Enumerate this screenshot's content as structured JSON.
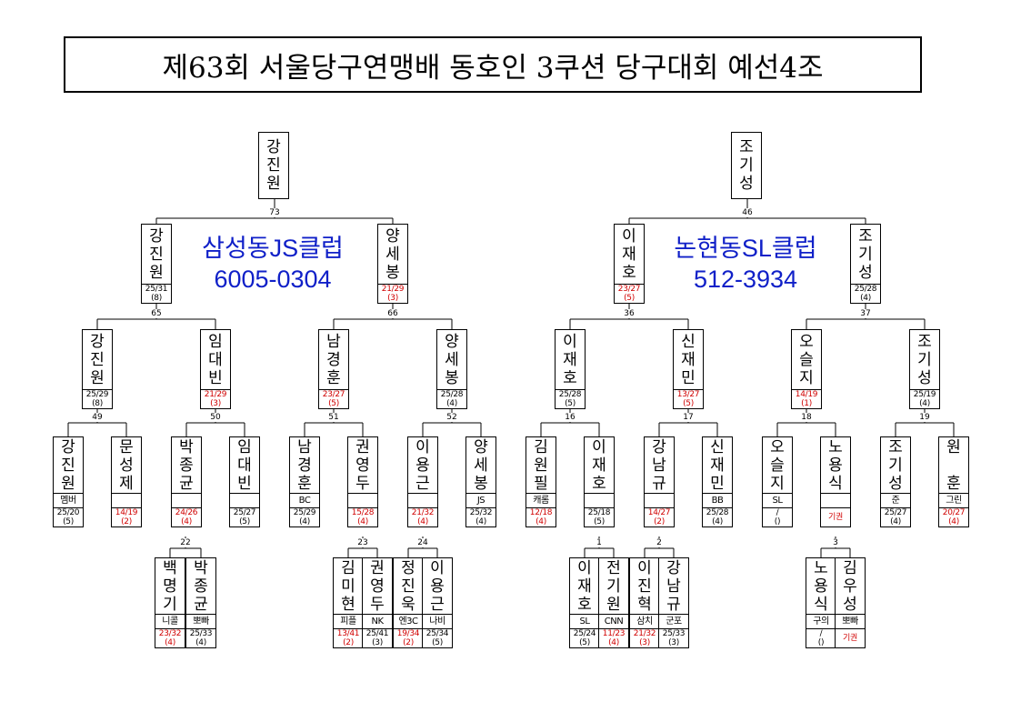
{
  "title": "제63회 서울당구연맹배 동호인 3쿠션 당구대회 예선4조",
  "clubs": [
    {
      "name": "삼성동JS클럽",
      "phone": "6005-0304"
    },
    {
      "name": "논현동SL클럽",
      "phone": "512-3934"
    }
  ],
  "final_winners": [
    {
      "name": "강진원",
      "match": "73"
    },
    {
      "name": "조기성",
      "match": "46"
    }
  ],
  "players": {
    "p_gjw1": {
      "name": "강진원",
      "club": "멤버",
      "score": "25/20",
      "inn": "(5)",
      "red": false
    },
    "p_msj": {
      "name": "문성제",
      "club": "",
      "score": "14/19",
      "inn": "(2)",
      "red": true
    },
    "p_pjg1": {
      "name": "박종균",
      "club": "",
      "score": "24/26",
      "inn": "(4)",
      "red": true
    },
    "p_ldb1": {
      "name": "임대빈",
      "club": "",
      "score": "25/27",
      "inn": "(5)",
      "red": false
    },
    "p_ngh1": {
      "name": "남경훈",
      "club": "BC",
      "score": "25/29",
      "inn": "(4)",
      "red": false
    },
    "p_gyd1": {
      "name": "권영두",
      "club": "",
      "score": "15/28",
      "inn": "(4)",
      "red": true
    },
    "p_lyg1": {
      "name": "이용근",
      "club": "",
      "score": "21/32",
      "inn": "(4)",
      "red": true
    },
    "p_ysb1": {
      "name": "양세봉",
      "club": "JS",
      "score": "25/32",
      "inn": "(4)",
      "red": false
    },
    "p_gwp": {
      "name": "김원필",
      "club": "캐롬",
      "score": "12/18",
      "inn": "(4)",
      "red": true
    },
    "p_ljh1": {
      "name": "이재호",
      "club": "",
      "score": "25/18",
      "inn": "(5)",
      "red": false
    },
    "p_gng1": {
      "name": "강남규",
      "club": "",
      "score": "14/27",
      "inn": "(2)",
      "red": true
    },
    "p_sjm1": {
      "name": "신재민",
      "club": "BB",
      "score": "25/28",
      "inn": "(4)",
      "red": false
    },
    "p_osj1": {
      "name": "오슬지",
      "club": "SL",
      "score": "/",
      "inn": "()",
      "red": false
    },
    "p_nys1": {
      "name": "노용식",
      "club": "",
      "score": "기권",
      "inn": "",
      "red": true
    },
    "p_jgs1": {
      "name": "조기성",
      "club": "준",
      "score": "25/27",
      "inn": "(4)",
      "red": false
    },
    "p_wh": {
      "name": "원 훈",
      "club": "그린",
      "score": "20/27",
      "inn": "(4)",
      "red": true
    },
    "p_bmg": {
      "name": "백명기",
      "club": "니콜",
      "score": "23/32",
      "inn": "(4)",
      "red": true
    },
    "p_pjg2": {
      "name": "박종균",
      "club": "뽀빠",
      "score": "25/33",
      "inn": "(4)",
      "red": false
    },
    "p_gmh": {
      "name": "김미현",
      "club": "피플",
      "score": "13/41",
      "inn": "(2)",
      "red": true
    },
    "p_gyd2": {
      "name": "권영두",
      "club": "NK",
      "score": "25/41",
      "inn": "(3)",
      "red": false
    },
    "p_jjo": {
      "name": "정진욱",
      "club": "엔3C",
      "score": "19/34",
      "inn": "(2)",
      "red": true
    },
    "p_lyg2": {
      "name": "이용근",
      "club": "나비",
      "score": "25/34",
      "inn": "(5)",
      "red": false
    },
    "p_ljh2": {
      "name": "이재호",
      "club": "SL",
      "score": "25/24",
      "inn": "(5)",
      "red": false
    },
    "p_jgw": {
      "name": "전기원",
      "club": "CNN",
      "score": "11/23",
      "inn": "(4)",
      "red": true
    },
    "p_ljhk": {
      "name": "이진혁",
      "club": "삼치",
      "score": "21/32",
      "inn": "(3)",
      "red": true
    },
    "p_gng2": {
      "name": "강남규",
      "club": "군포",
      "score": "25/33",
      "inn": "(3)",
      "red": false
    },
    "p_nys2": {
      "name": "노용식",
      "club": "구의",
      "score": "/",
      "inn": "()",
      "red": false
    },
    "p_gws": {
      "name": "김우성",
      "club": "뽀빠",
      "score": "기권",
      "inn": "",
      "red": true
    },
    "r2_gjw": {
      "name": "강진원",
      "score": "25/29",
      "inn": "(8)",
      "red": false
    },
    "r2_ldb": {
      "name": "임대빈",
      "score": "21/29",
      "inn": "(3)",
      "red": true
    },
    "r2_ngh": {
      "name": "남경훈",
      "score": "23/27",
      "inn": "(5)",
      "red": true
    },
    "r2_ysb": {
      "name": "양세봉",
      "score": "25/28",
      "inn": "(4)",
      "red": false
    },
    "r2_ljh": {
      "name": "이재호",
      "score": "25/28",
      "inn": "(5)",
      "red": false
    },
    "r2_sjm": {
      "name": "신재민",
      "score": "13/27",
      "inn": "(5)",
      "red": true
    },
    "r2_osj": {
      "name": "오슬지",
      "score": "14/19",
      "inn": "(1)",
      "red": true
    },
    "r2_jgs": {
      "name": "조기성",
      "score": "25/19",
      "inn": "(4)",
      "red": false
    },
    "r3_gjw": {
      "name": "강진원",
      "score": "25/31",
      "inn": "(8)",
      "red": false
    },
    "r3_ysb": {
      "name": "양세봉",
      "score": "21/29",
      "inn": "(3)",
      "red": true
    },
    "r3_ljh": {
      "name": "이재호",
      "score": "23/27",
      "inn": "(5)",
      "red": true
    },
    "r3_jgs": {
      "name": "조기성",
      "score": "25/28",
      "inn": "(4)",
      "red": false
    }
  },
  "match_numbers": {
    "m73": "73",
    "m46": "46",
    "m65": "65",
    "m66": "66",
    "m36": "36",
    "m37": "37",
    "m49": "49",
    "m50": "50",
    "m51": "51",
    "m52": "52",
    "m16": "16",
    "m17": "17",
    "m18": "18",
    "m19": "19",
    "m22": "22",
    "m23": "23",
    "m24": "24",
    "m1": "1",
    "m2": "2",
    "m3": "3"
  }
}
